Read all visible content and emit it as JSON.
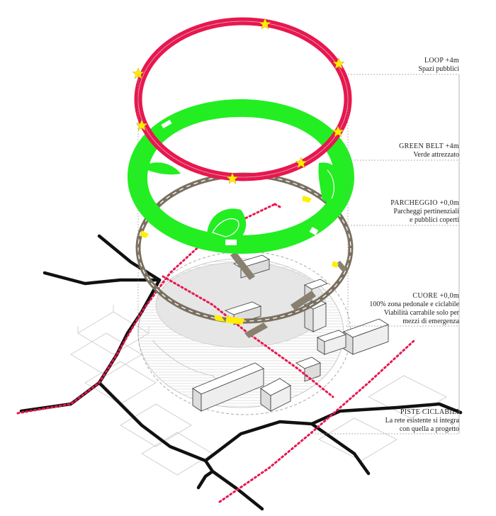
{
  "layers": [
    {
      "title": "LOOP +4m",
      "lines": [
        "Spazi pubblici"
      ]
    },
    {
      "title": "GREEN BELT +4m",
      "lines": [
        "Verde attrezzato"
      ]
    },
    {
      "title": "PARCHEGGIO +0,0m",
      "lines": [
        "Parcheggi pertinenziali",
        "e pubblici coperti"
      ]
    },
    {
      "title": "CUORE +0,0m",
      "lines": [
        "100% zona pedonale e ciclabile",
        "Viabilità carrabile solo per",
        "mezzi di emergenza"
      ]
    },
    {
      "title": "PISTE CICLABILI",
      "lines": [
        "La rete esistente si integra",
        "con quella a progetto"
      ]
    }
  ],
  "colors": {
    "loop": "#e8174f",
    "green_belt": "#22ee22",
    "parking_ring": "#7a7060",
    "star": "#ffee00",
    "bike_path": "#e8174f",
    "roads": "#111111",
    "leader": "#999999"
  },
  "icons": [
    "star-icon"
  ]
}
